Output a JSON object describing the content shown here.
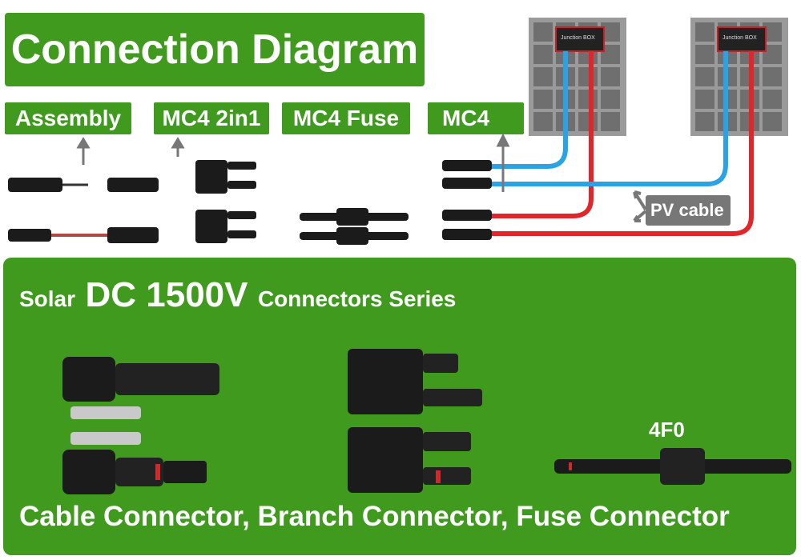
{
  "title": "Connection Diagram",
  "tags": {
    "assembly": "Assembly",
    "mc4_2in1": "MC4 2in1",
    "mc4_fuse": "MC4 Fuse",
    "mc4": "MC4"
  },
  "diagram": {
    "pv_cable_label": "PV cable",
    "junction_box_label": "Junction BOX"
  },
  "panel": {
    "heading_prefix": "Solar",
    "heading_main": "DC 1500V",
    "heading_suffix": "Connectors Series",
    "fuse_code": "4F0",
    "caption": "Cable Connector, Branch Connector, Fuse Connector"
  },
  "colors": {
    "brand_green": "#3f9a1e",
    "positive_cable": "#e0262b",
    "negative_cable": "#2aa3e6",
    "connector_black": "#1b1b1b"
  }
}
